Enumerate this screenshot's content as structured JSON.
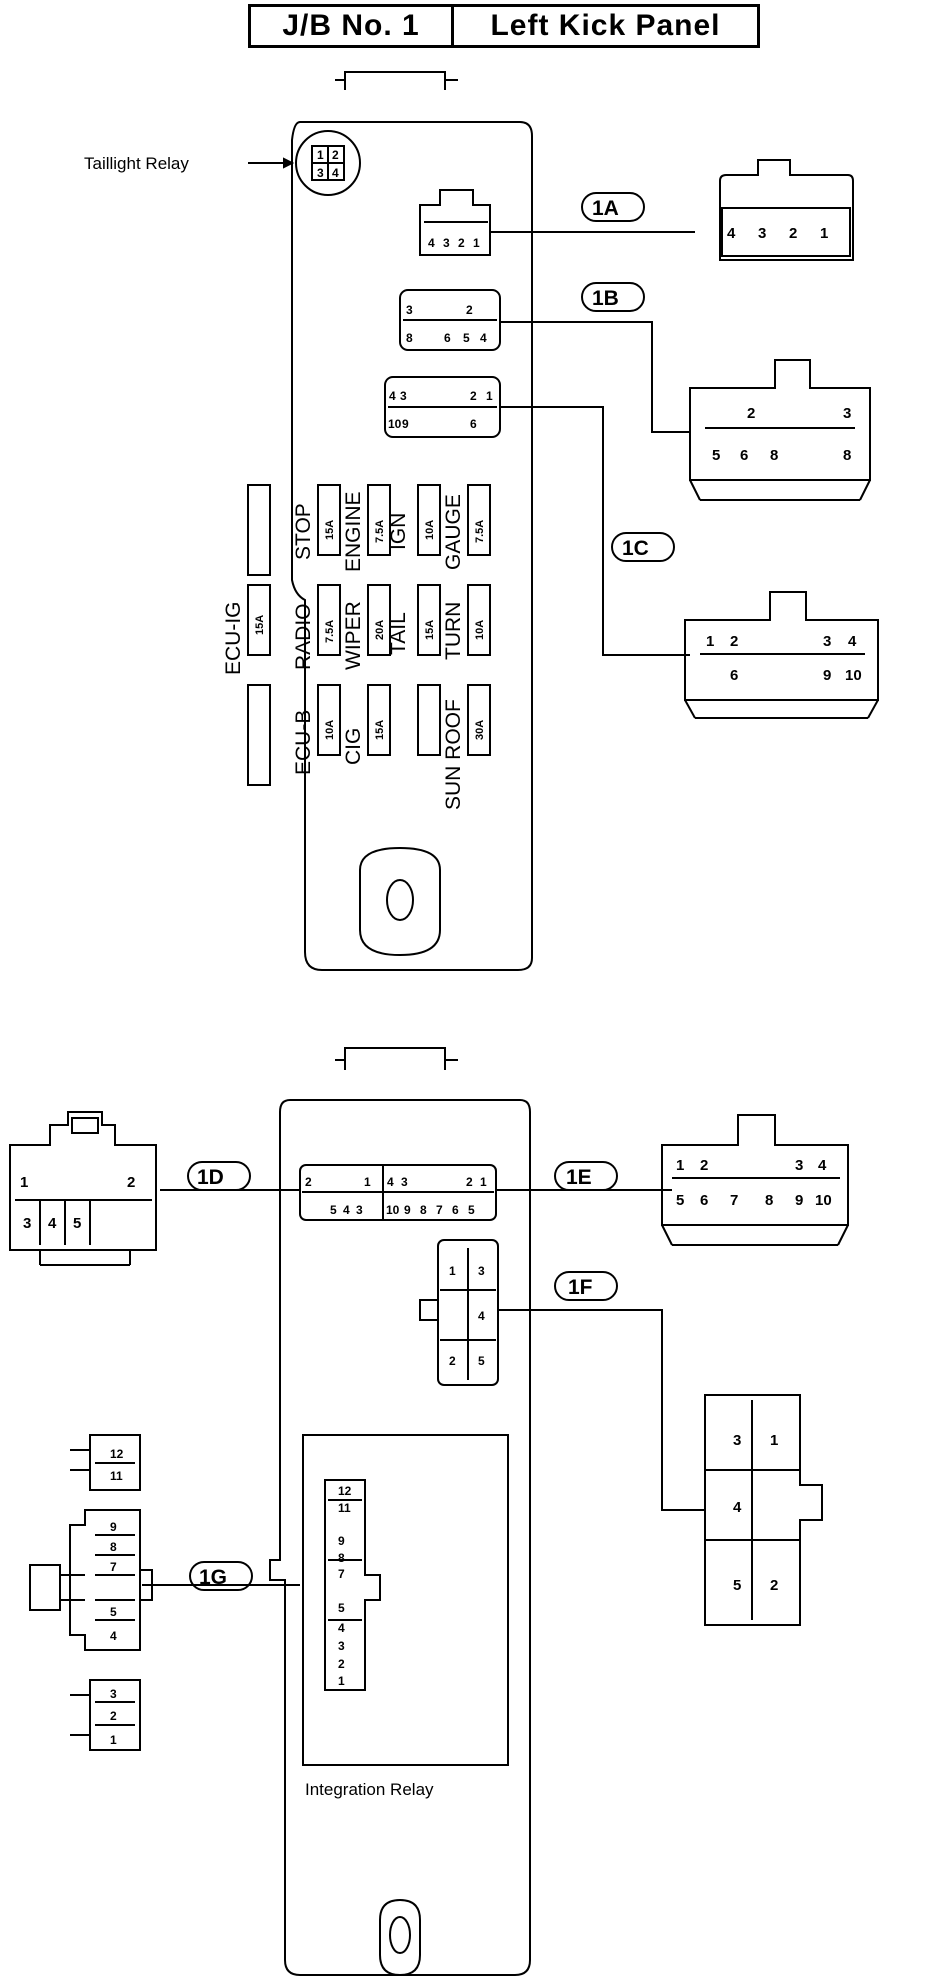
{
  "title": {
    "left": "J/B No. 1",
    "right": "Left Kick Panel"
  },
  "labels": {
    "taillight_relay": "Taillight Relay",
    "integration_relay": "Integration Relay"
  },
  "connector_tags": {
    "c1a": "1A",
    "c1b": "1B",
    "c1c": "1C",
    "c1d": "1D",
    "c1e": "1E",
    "c1f": "1F",
    "c1g": "1G"
  },
  "fuses": [
    {
      "name": "STOP",
      "rating": "15A"
    },
    {
      "name": "ENGINE",
      "rating": "7.5A"
    },
    {
      "name": "IGN",
      "rating": "10A"
    },
    {
      "name": "GAUGE",
      "rating": "7.5A"
    },
    {
      "name": "ECU-IG",
      "rating": "15A"
    },
    {
      "name": "RADIO",
      "rating": "7.5A"
    },
    {
      "name": "WIPER",
      "rating": "20A"
    },
    {
      "name": "TAIL",
      "rating": "15A"
    },
    {
      "name": "TURN",
      "rating": "10A"
    },
    {
      "name": "ECU-B",
      "rating": "10A"
    },
    {
      "name": "CIG",
      "rating": "15A"
    },
    {
      "name": "SUN ROOF",
      "rating": "30A"
    }
  ],
  "pins": {
    "relay": [
      "1",
      "2",
      "3",
      "4"
    ],
    "c1a": [
      "4",
      "3",
      "2",
      "1"
    ],
    "c1b": [
      "2",
      "3",
      "4",
      "5",
      "6",
      "8"
    ],
    "c1c": [
      "1",
      "2",
      "3",
      "4",
      "6",
      "9",
      "10"
    ],
    "c1d": [
      "1",
      "2",
      "3",
      "4",
      "5"
    ],
    "c1e": [
      "1",
      "2",
      "3",
      "4",
      "5",
      "6",
      "7",
      "8",
      "9",
      "10"
    ],
    "c1f": [
      "1",
      "2",
      "3",
      "4",
      "5"
    ],
    "c1g": [
      "1",
      "2",
      "3",
      "4",
      "5",
      "7",
      "8",
      "9",
      "11",
      "12"
    ]
  },
  "colors": {
    "line": "#000000",
    "background": "#ffffff"
  }
}
